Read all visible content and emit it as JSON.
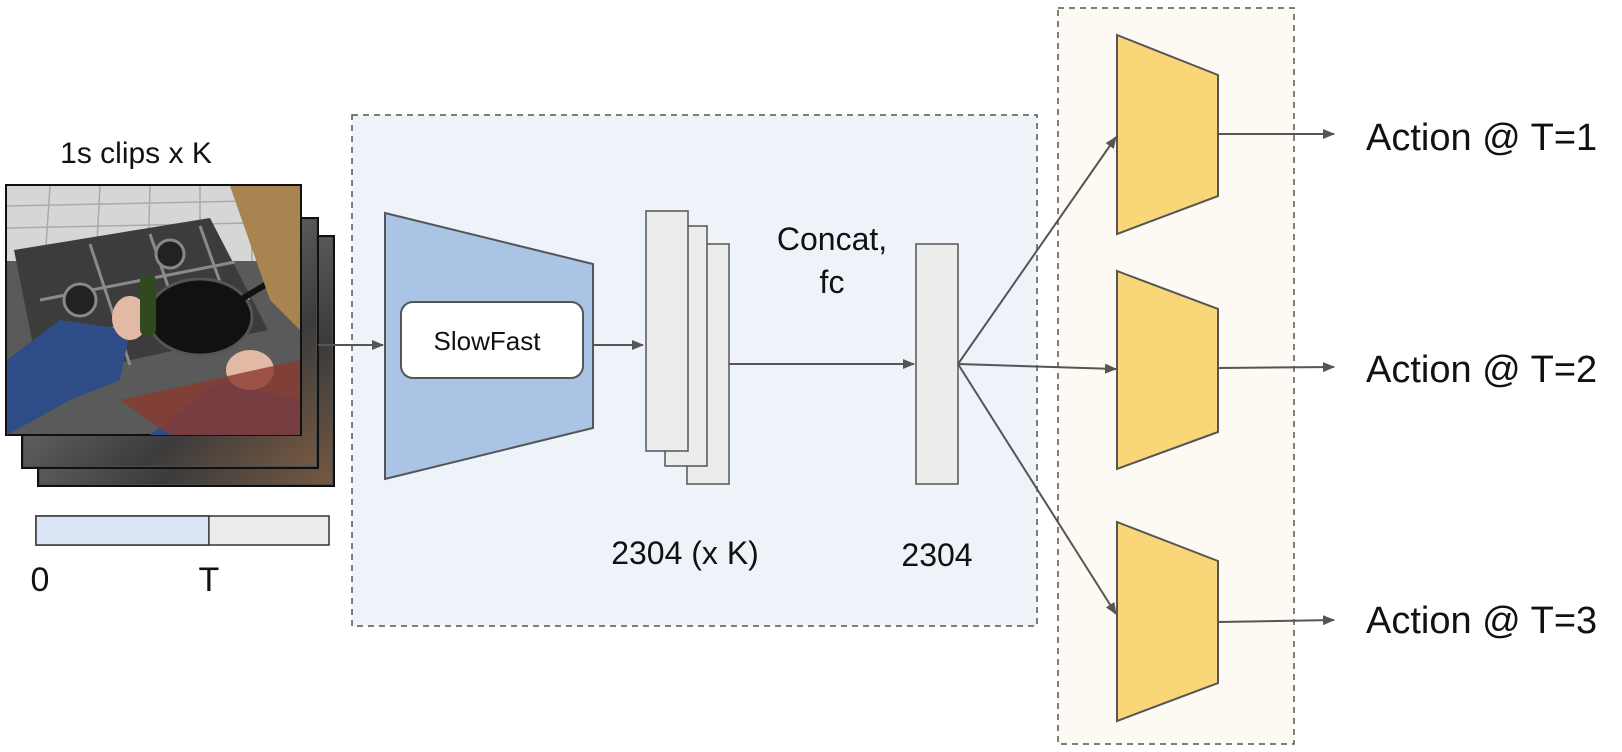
{
  "clips": {
    "label": "1s clips x K",
    "frame_count": 3,
    "timeline": {
      "start_label": "0",
      "mark_label": "T",
      "observed_fraction": 0.59
    }
  },
  "backbone": {
    "name": "SlowFast",
    "feature_dim_label": "2304 (x K)"
  },
  "aggregator": {
    "label_line1": "Concat,",
    "label_line2": "fc",
    "dim_label": "2304"
  },
  "heads": [
    {
      "output_label": "Action @ T=1"
    },
    {
      "output_label": "Action @ T=2"
    },
    {
      "output_label": "Action @ T=3"
    }
  ],
  "colors": {
    "backbone_region_fill": "#eef3fa",
    "heads_region_fill": "#fcfaf3",
    "encoder_fill": "#a9c4e4",
    "head_fill": "#f9d778",
    "feature_fill": "#ececec",
    "timeline_observed_fill": "#dae6f5",
    "edge_color": "#555555"
  },
  "icons": {
    "video_frame": "kitchen-video-frame-icon"
  }
}
